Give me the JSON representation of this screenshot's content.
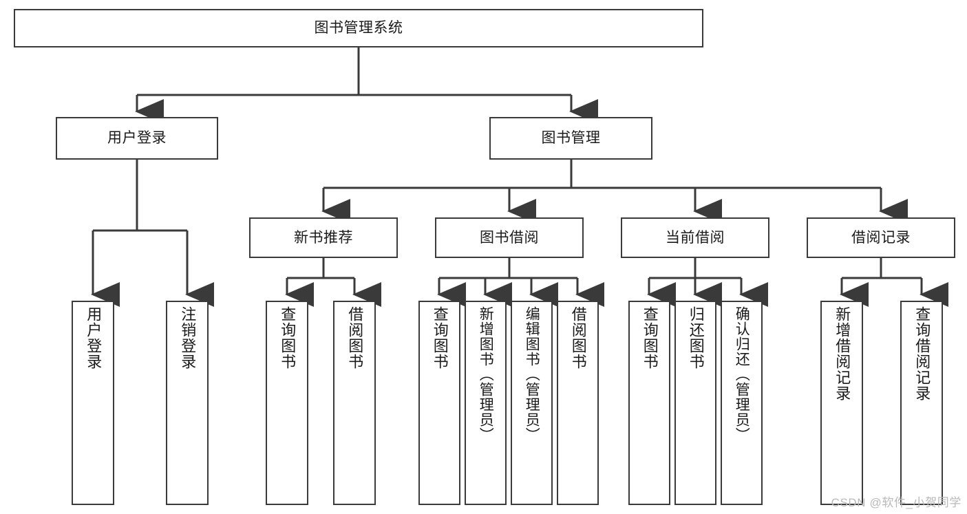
{
  "diagram": {
    "type": "tree-hierarchy-chart",
    "title": "图书管理系统",
    "line_color": "#3a3a3a",
    "box_fill": "#ffffff",
    "text_color": "#1a1a1a",
    "root": {
      "id": "root",
      "label": "图书管理系统"
    },
    "level1": [
      {
        "id": "user-login",
        "label": "用户登录"
      },
      {
        "id": "book-manage",
        "label": "图书管理"
      }
    ],
    "level2": [
      {
        "id": "new-book-rec",
        "label": "新书推荐",
        "parent": "book-manage"
      },
      {
        "id": "book-borrow",
        "label": "图书借阅",
        "parent": "book-manage"
      },
      {
        "id": "current-borrow",
        "label": "当前借阅",
        "parent": "book-manage"
      },
      {
        "id": "borrow-record",
        "label": "借阅记录",
        "parent": "book-manage"
      }
    ],
    "leaves": [
      {
        "id": "leaf-user-login",
        "label": "用户登录",
        "parent": "user-login"
      },
      {
        "id": "leaf-logout",
        "label": "注销登录",
        "parent": "user-login"
      },
      {
        "id": "leaf-query-book-1",
        "label": "查询图书",
        "parent": "new-book-rec"
      },
      {
        "id": "leaf-borrow-book-1",
        "label": "借阅图书",
        "parent": "new-book-rec"
      },
      {
        "id": "leaf-query-book-2",
        "label": "查询图书",
        "parent": "book-borrow"
      },
      {
        "id": "leaf-add-book",
        "label": "新增图书（管理员）",
        "parent": "book-borrow"
      },
      {
        "id": "leaf-edit-book",
        "label": "编辑图书（管理员）",
        "parent": "book-borrow"
      },
      {
        "id": "leaf-borrow-book-2",
        "label": "借阅图书",
        "parent": "book-borrow"
      },
      {
        "id": "leaf-query-book-3",
        "label": "查询图书",
        "parent": "current-borrow"
      },
      {
        "id": "leaf-return-book",
        "label": "归还图书",
        "parent": "current-borrow"
      },
      {
        "id": "leaf-confirm-return",
        "label": "确认归还（管理员）",
        "parent": "current-borrow"
      },
      {
        "id": "leaf-add-record",
        "label": "新增借阅记录",
        "parent": "borrow-record"
      },
      {
        "id": "leaf-query-record",
        "label": "查询借阅记录",
        "parent": "borrow-record"
      }
    ]
  },
  "watermark": {
    "text": "CSDN @软件_小贺同学"
  }
}
